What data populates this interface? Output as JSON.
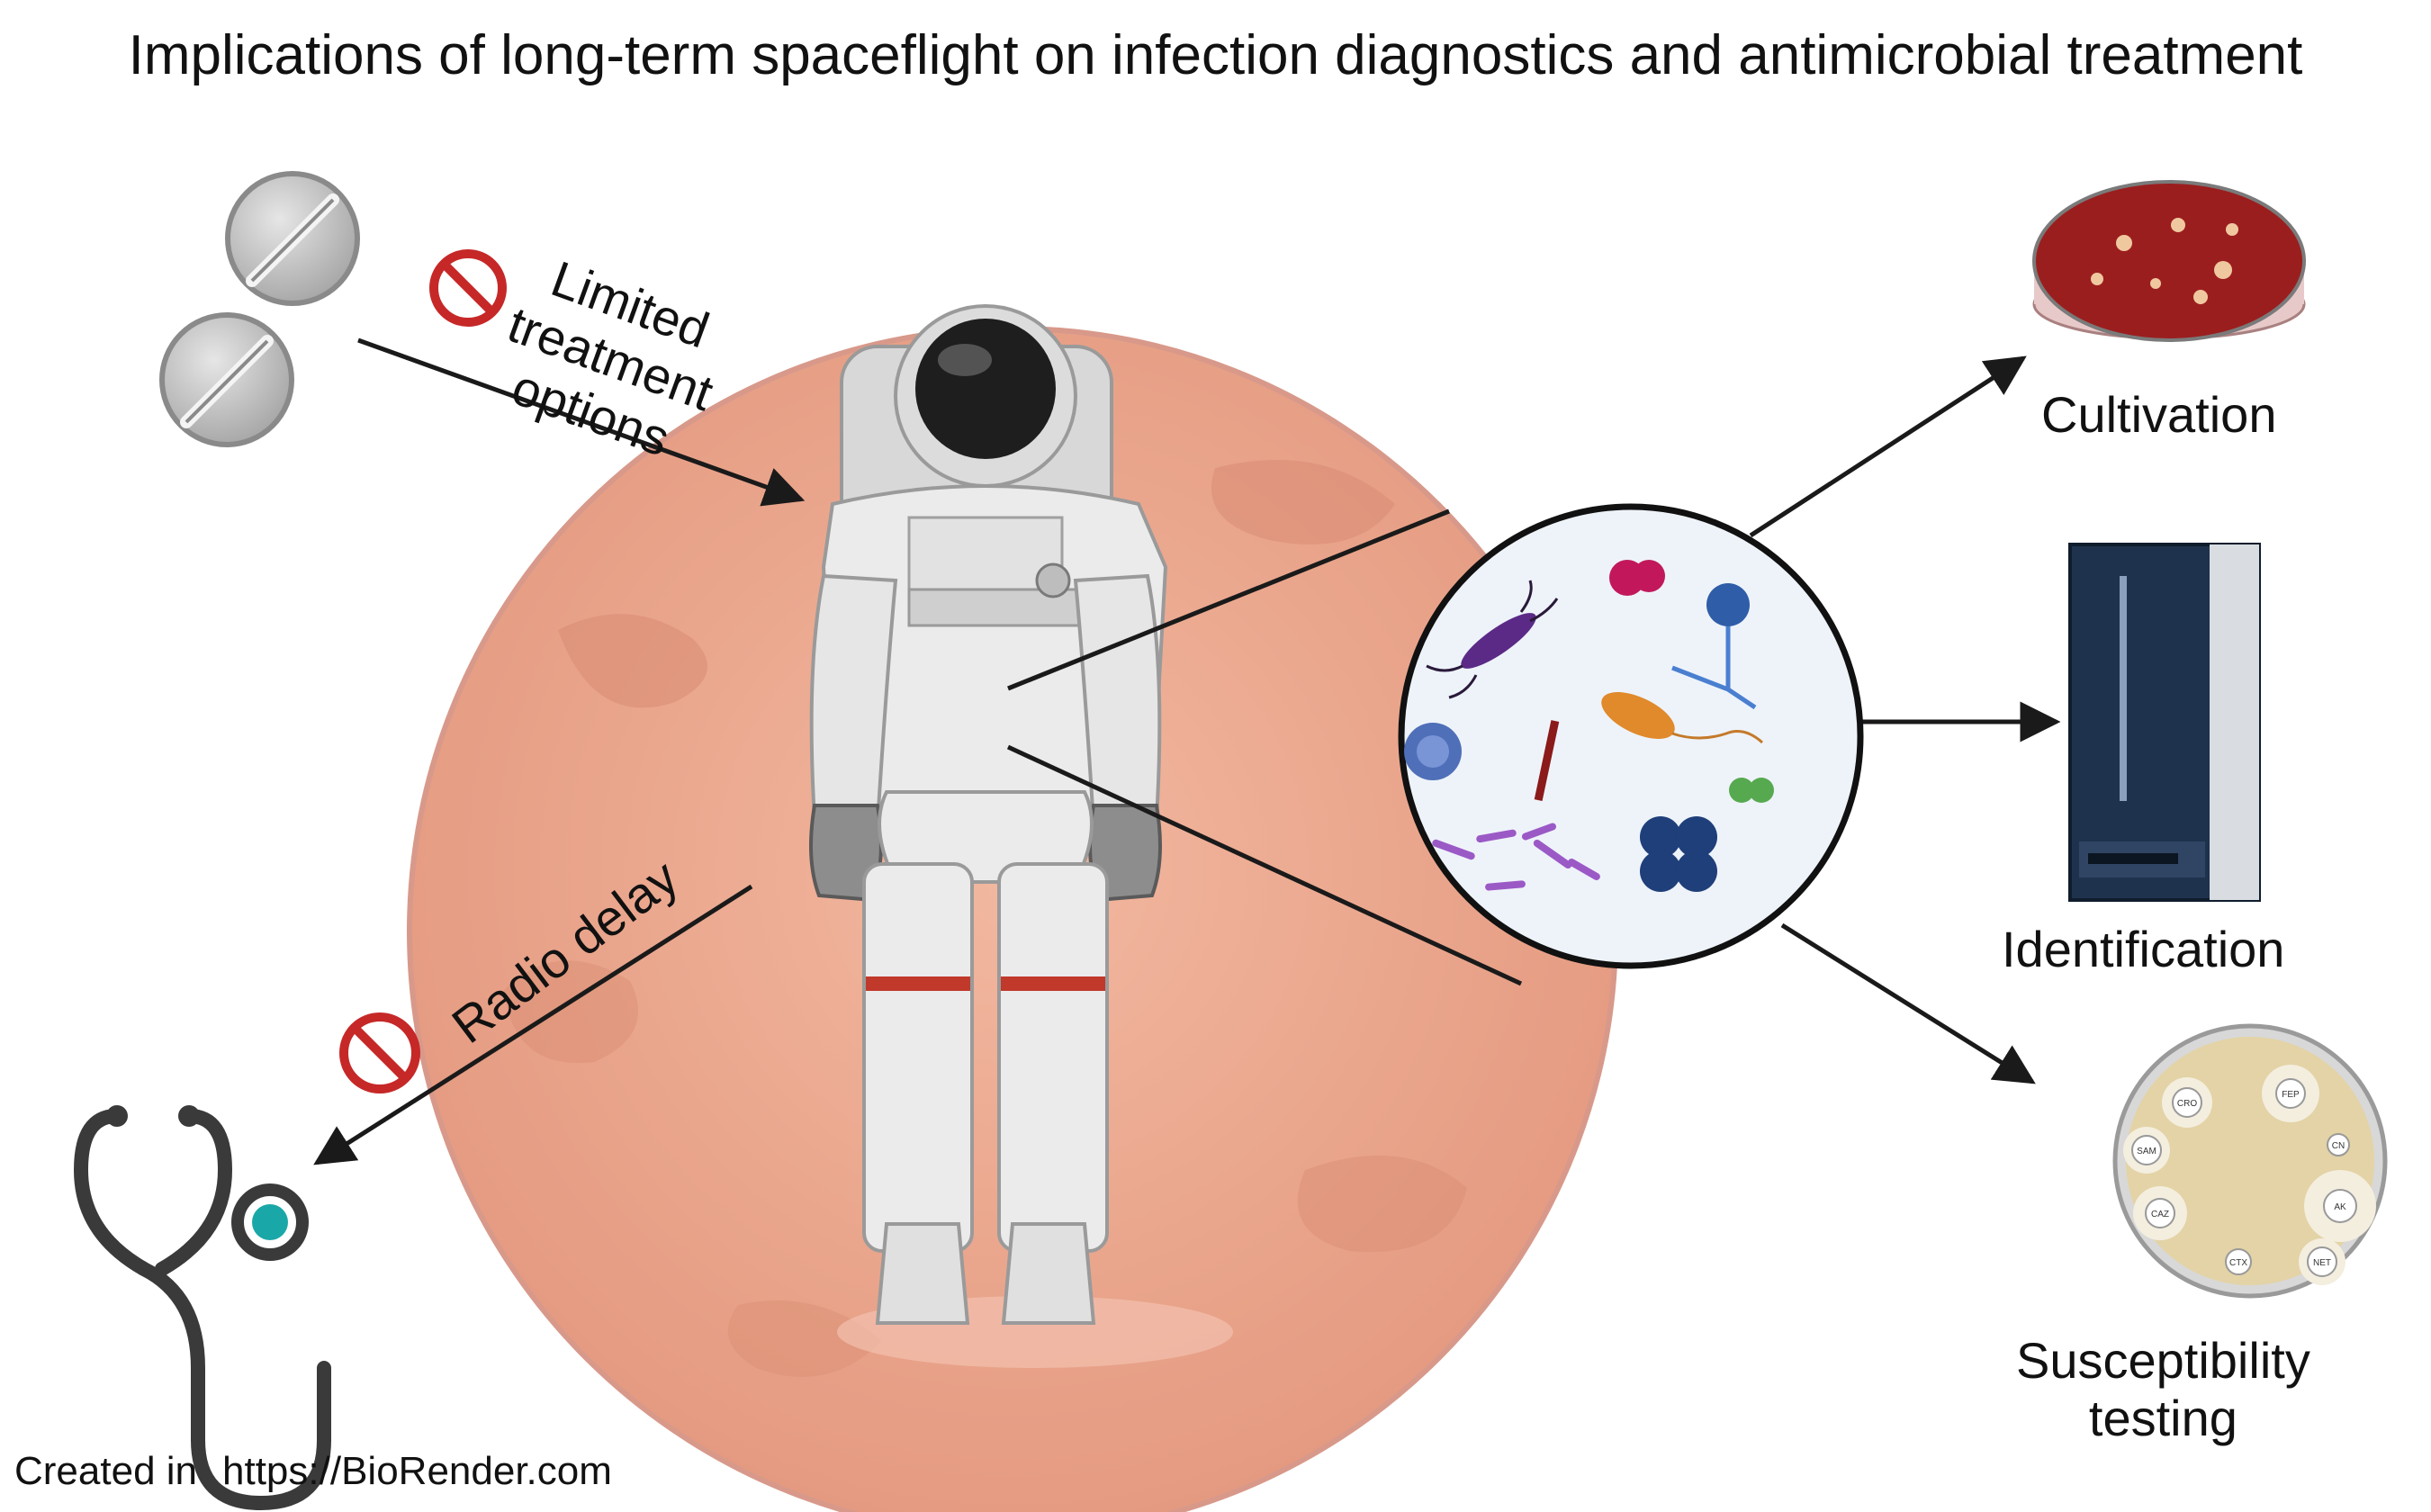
{
  "title": "Implications of long-term spaceflight on infection diagnostics and antimicrobial treatment",
  "labels": {
    "limited_line1": "Limited",
    "limited_line2": "treatment",
    "limited_line3": "options",
    "radio_delay": "Radio delay",
    "cultivation": "Cultivation",
    "identification": "Identification",
    "susceptibility_line1": "Susceptibility",
    "susceptibility_line2": "testing"
  },
  "disk_labels": [
    "CRO",
    "FEP",
    "CN",
    "SAM",
    "AK",
    "CAZ",
    "CTX",
    "NET"
  ],
  "footer": {
    "created": "Created in",
    "url": "https://BioRender.com"
  },
  "icons": [
    "pill-icon",
    "prohibited-icon",
    "planet-mars-icon",
    "astronaut-icon",
    "microbes-icon",
    "petri-dish-icon",
    "mass-spectrometer-icon",
    "antibiogram-plate-icon",
    "stethoscope-icon"
  ],
  "colors": {
    "mars": "#e9a48c",
    "prohibited": "#c62828",
    "arrow": "#1a1a1a",
    "instrument": "#243a5a",
    "agar": "#8b1a1a",
    "plate": "#e8d6a8",
    "stethoscope": "#3a3a3a",
    "chest_piece": "#1aa7a7"
  }
}
